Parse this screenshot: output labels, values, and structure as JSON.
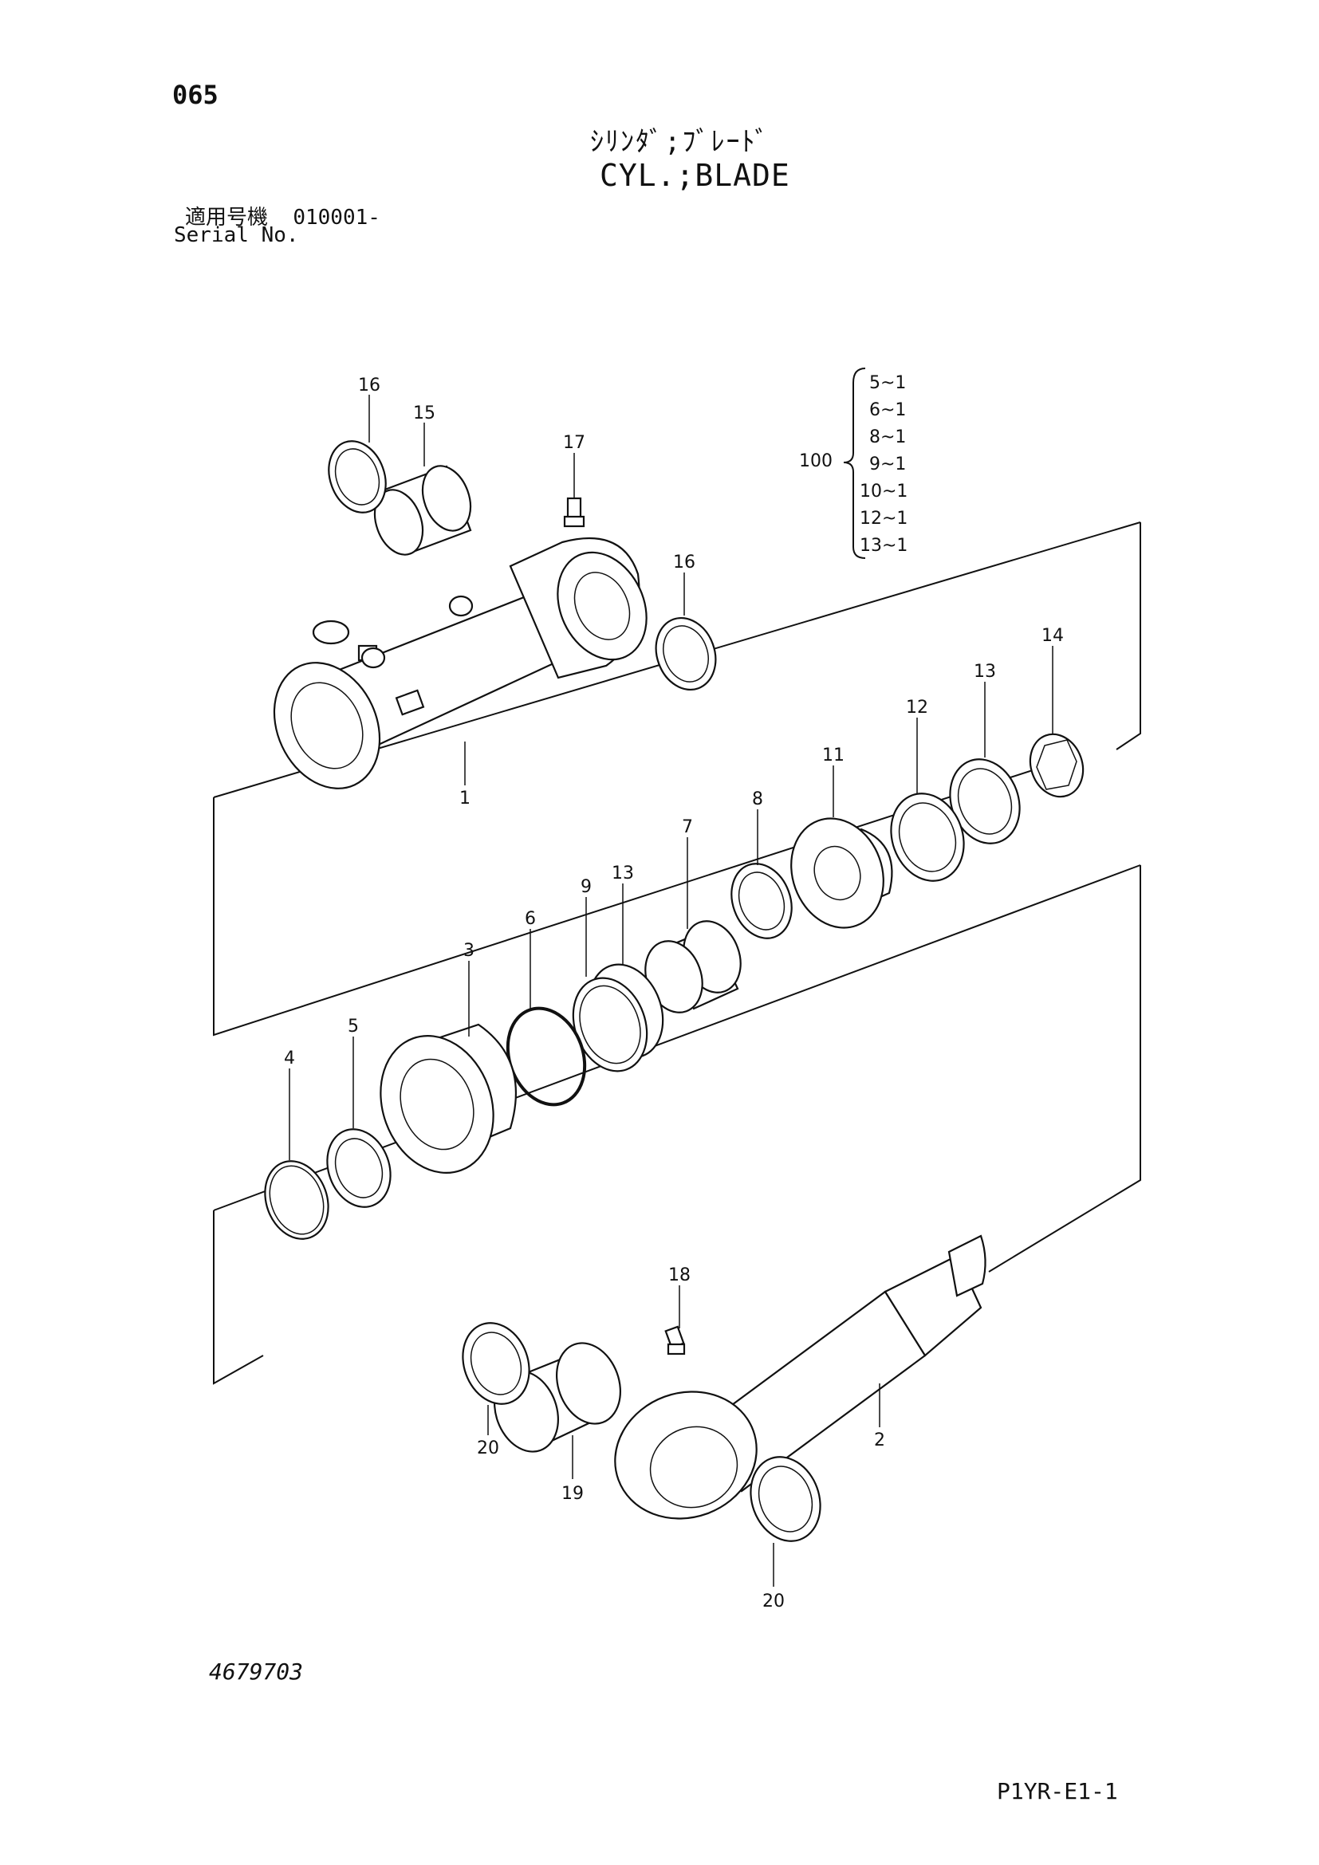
{
  "header": {
    "page_number": "065",
    "title_jp": "ｼﾘﾝﾀﾞ;ﾌﾞﾚｰﾄﾞ",
    "title_en": "CYL.;BLADE",
    "serial_label_jp": "適用号機",
    "serial_value": "010001-",
    "serial_label_en": "Serial No."
  },
  "kit": {
    "number": "100",
    "items": [
      "5~1",
      "6~1",
      "8~1",
      "9~1",
      "10~1",
      "12~1",
      "13~1"
    ]
  },
  "callouts": {
    "c1": "1",
    "c2": "2",
    "c3": "3",
    "c4": "4",
    "c5": "5",
    "c6": "6",
    "c7": "7",
    "c8": "8",
    "c9": "9",
    "c11": "11",
    "c12": "12",
    "c13a": "13",
    "c13b": "13",
    "c14": "14",
    "c15": "15",
    "c16a": "16",
    "c16b": "16",
    "c17": "17",
    "c18": "18",
    "c19": "19",
    "c20a": "20",
    "c20b": "20"
  },
  "footer": {
    "drawing_number": "4679703",
    "page_code": "P1YR-E1-1"
  }
}
